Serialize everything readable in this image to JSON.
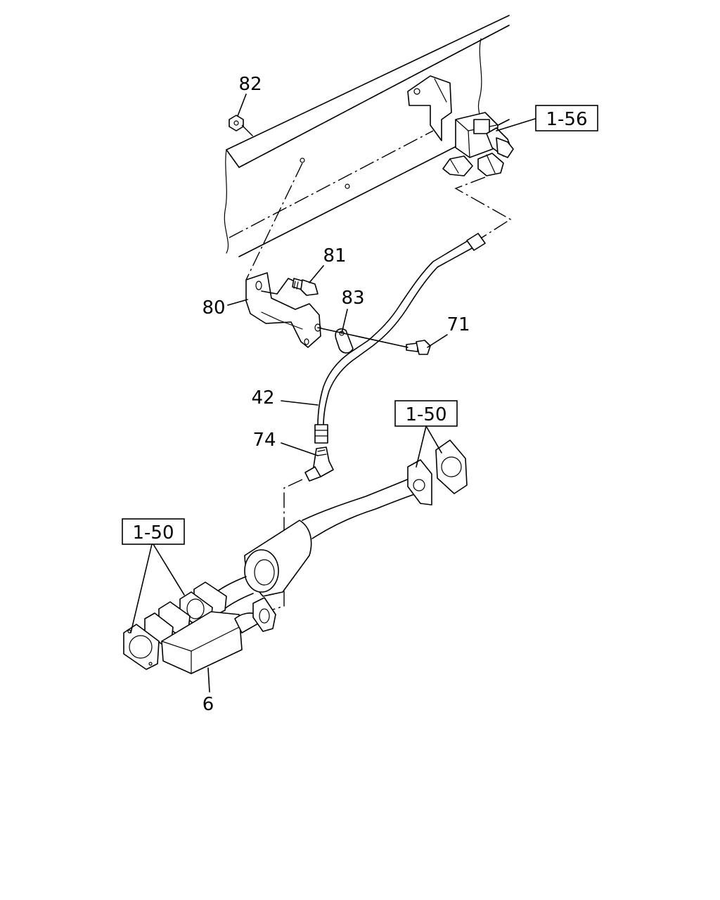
{
  "callouts": {
    "c82": "82",
    "c81": "81",
    "c80": "80",
    "c83": "83",
    "c71": "71",
    "c42": "42",
    "c74": "74",
    "c6": "6",
    "ref_valve": "1-56",
    "ref_flange_right": "1-50",
    "ref_flange_left": "1-50"
  }
}
